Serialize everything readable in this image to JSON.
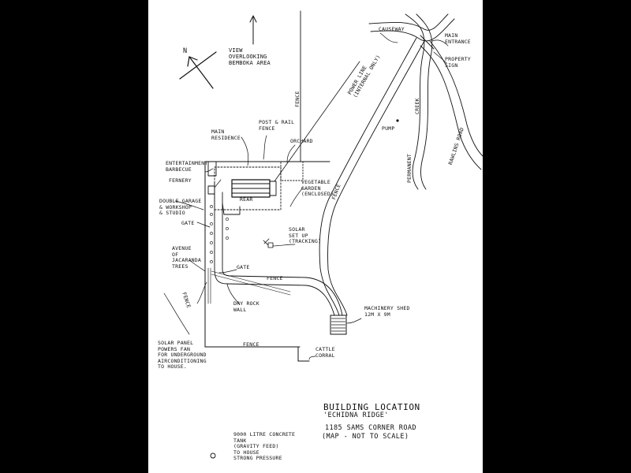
{
  "labels": {
    "north": "N",
    "view": "VIEW\nOVERLOOKING\nBEMBOKA AREA",
    "fence_top": "FENCE",
    "causeway": "CAUSEWAY",
    "main_entrance": "MAIN\nENTRANCE",
    "property_sign": "PROPERTY\nSIGN",
    "power_line": "POWER LINE\n(INTERNAL ONLY)",
    "creek": "CREEK",
    "pump": "PUMP",
    "permanent": "PERMANENT",
    "rawlins_road": "RAWLINS ROAD",
    "post_rail_fence": "POST & RAIL\nFENCE",
    "main_residence": "MAIN\nRESIDENCE",
    "orchard": "ORCHARD",
    "entertainment": "ENTERTAINMENT\nBARBECUE",
    "fernery": "FERNERY",
    "double_garage": "DOUBLE GARAGE\n& WORKSHOP\n& STUDIO",
    "gate_upper": "GATE",
    "rear": "REAR",
    "vegetable_garden": "VEGETABLE\nGARDEN\n(ENCLOSED)",
    "fence_right": "FENCE",
    "solar": "SOLAR\nSET UP\n(TRACKING)",
    "avenue": "AVENUE\nOF\nJACARANDA\nTREES",
    "gate_lower": "GATE",
    "fence_middle": "FENCE",
    "fence_left": "FENCE",
    "dry_rock_wall": "DRY ROCK\nWALL",
    "machinery_shed": "MACHINERY SHED\n12M X 9M",
    "solar_panel": "SOLAR PANEL\nPOWERS FAN\nFOR UNDERGROUND\nAIRCONDITIONING\nTO HOUSE.",
    "fence_bottom": "FENCE",
    "cattle_corral": "CATTLE\nCORRAL"
  },
  "title_block": {
    "heading": "BUILDING LOCATION",
    "name": "'ECHIDNA RIDGE'",
    "address": "1185 SAMS CORNER ROAD",
    "note": "(MAP - NOT TO SCALE)"
  },
  "tank_note": "9000 LITRE CONCRETE\nTANK\n(GRAVITY FEED)\nTO HOUSE\nSTRONG PRESSURE"
}
